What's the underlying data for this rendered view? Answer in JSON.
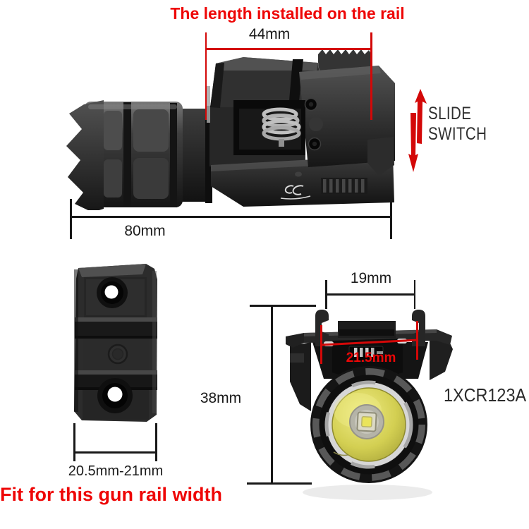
{
  "labels": {
    "title": "The length installed on the rail",
    "installed_length": "44mm",
    "slide_line1": "SLIDE",
    "slide_line2": "SWITCH",
    "overall_length": "80mm",
    "rail_groove_width": "19mm",
    "clamp_inner_width": "21.5mm",
    "height": "38mm",
    "battery": "1XCR123A",
    "rail_width_range": "20.5mm-21mm",
    "fit_note": "Fit for this gun rail width"
  },
  "figures": {
    "side_view": "flashlight-side-view-photo",
    "rail_adapter": "rail-adapter-top-view-photo",
    "front_view": "flashlight-front-view-photo",
    "slide_arrows": "slide-switch-arrows-icon"
  },
  "colors": {
    "accent_red_text": "#ee0606",
    "dimension_red_line": "#d30808",
    "dimension_black_line": "#181818",
    "text_dark": "#1a1a1a",
    "product_dark": "#262626",
    "lens_yellow": "#d3cf52",
    "chrome": "#d7d7d7",
    "background": "#ffffff"
  }
}
